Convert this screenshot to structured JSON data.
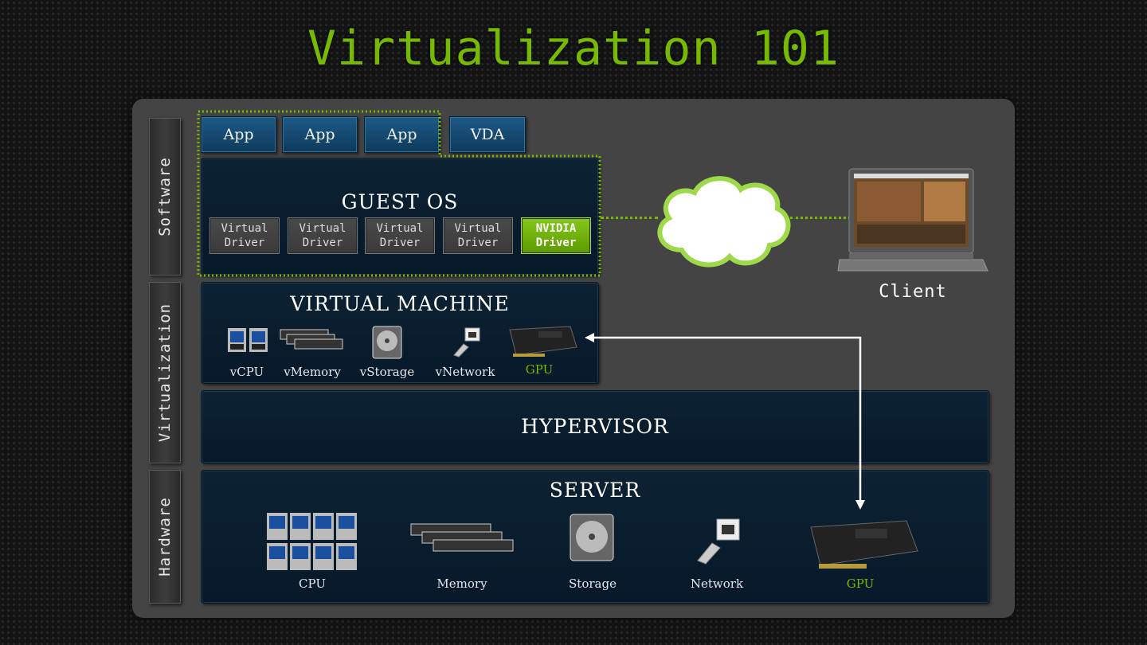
{
  "title": "Virtualization 101",
  "layers": {
    "software": "Software",
    "virtualization": "Virtualization",
    "hardware": "Hardware"
  },
  "apps": [
    "App",
    "App",
    "App"
  ],
  "vda": "VDA",
  "guest_os": {
    "heading": "GUEST OS",
    "drivers": [
      {
        "line1": "Virtual",
        "line2": "Driver"
      },
      {
        "line1": "Virtual",
        "line2": "Driver"
      },
      {
        "line1": "Virtual",
        "line2": "Driver"
      },
      {
        "line1": "Virtual",
        "line2": "Driver"
      }
    ],
    "nvidia_driver": {
      "line1": "NVIDIA",
      "line2": "Driver"
    }
  },
  "virtual_machine": {
    "heading": "VIRTUAL MACHINE",
    "items": [
      "vCPU",
      "vMemory",
      "vStorage",
      "vNetwork",
      "GPU"
    ]
  },
  "hypervisor": "HYPERVISOR",
  "server": {
    "heading": "SERVER",
    "items": [
      "CPU",
      "Memory",
      "Storage",
      "Network",
      "GPU"
    ]
  },
  "client": "Client",
  "colors": {
    "accent": "#76b900",
    "box_blue": "#0c2233",
    "panel": "#444444"
  }
}
